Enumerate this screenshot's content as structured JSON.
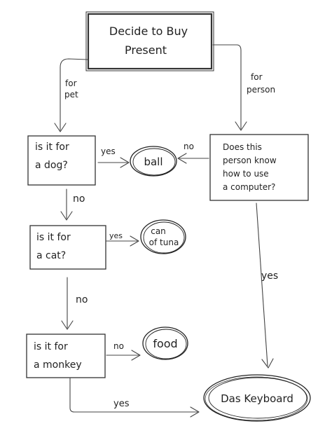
{
  "nodes": {
    "start": {
      "line1": "Decide to Buy",
      "line2": "Present"
    },
    "dog_question": {
      "line1": "is it for",
      "line2": "a dog?"
    },
    "cat_question": {
      "line1": "is it for",
      "line2": "a cat?"
    },
    "monkey_question": {
      "line1": "is it for",
      "line2": "a monkey"
    },
    "computer_question": {
      "line1": "Does this",
      "line2": "person know",
      "line3": "how to use",
      "line4": "a computer?"
    },
    "ball": {
      "label": "ball"
    },
    "tuna": {
      "line1": "can",
      "line2": "of tuna"
    },
    "food": {
      "label": "food"
    },
    "keyboard": {
      "label": "Das Keyboard"
    }
  },
  "edges": {
    "for_pet": {
      "line1": "for",
      "line2": "pet"
    },
    "for_person": {
      "line1": "for",
      "line2": "person"
    },
    "dog_yes": "yes",
    "computer_no": "no",
    "dog_no": "no",
    "cat_yes": "yes",
    "cat_no": "no",
    "monkey_no": "no",
    "monkey_yes": "yes",
    "computer_yes": "yes"
  }
}
